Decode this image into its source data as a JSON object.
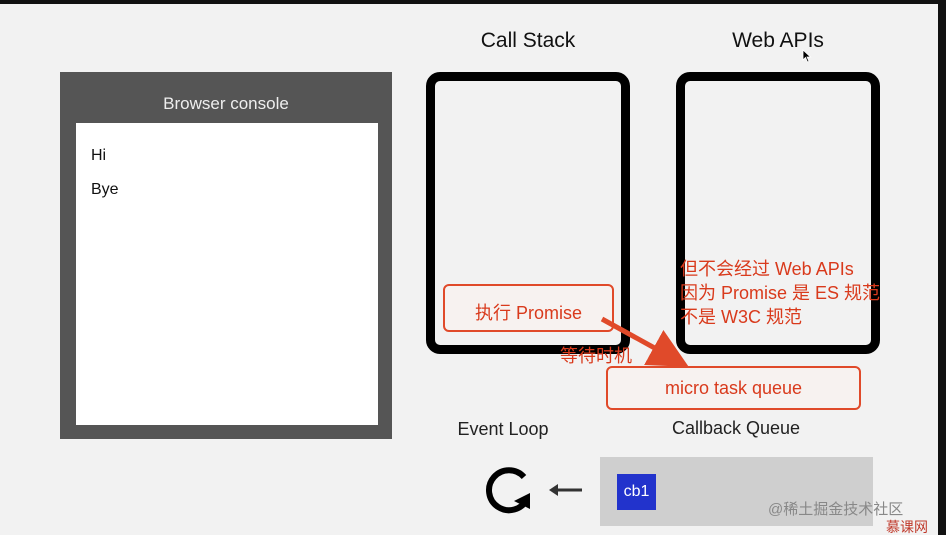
{
  "console": {
    "title": "Browser console",
    "lines": [
      "Hi",
      "Bye"
    ]
  },
  "call_stack": {
    "label": "Call Stack",
    "item": "执行 Promise"
  },
  "web_apis": {
    "label": "Web APIs",
    "note_lines": [
      "但不会经过 Web APIs",
      "因为 Promise 是 ES 规范",
      "不是 W3C 规范"
    ]
  },
  "arrow_note": "等待时机",
  "micro_task_queue": {
    "label": "micro task queue"
  },
  "event_loop": {
    "label": "Event Loop"
  },
  "callback_queue": {
    "label": "Callback Queue",
    "items": [
      "cb1"
    ]
  },
  "watermark": "@稀土掘金技术社区",
  "brand": "慕课网",
  "colors": {
    "annotation": "#d93a1c",
    "console_frame": "#555555",
    "cb_item": "#2233cc"
  },
  "icons": [
    "refresh-loop-icon",
    "left-arrow-icon",
    "mouse-cursor-icon",
    "red-arrow-icon"
  ]
}
